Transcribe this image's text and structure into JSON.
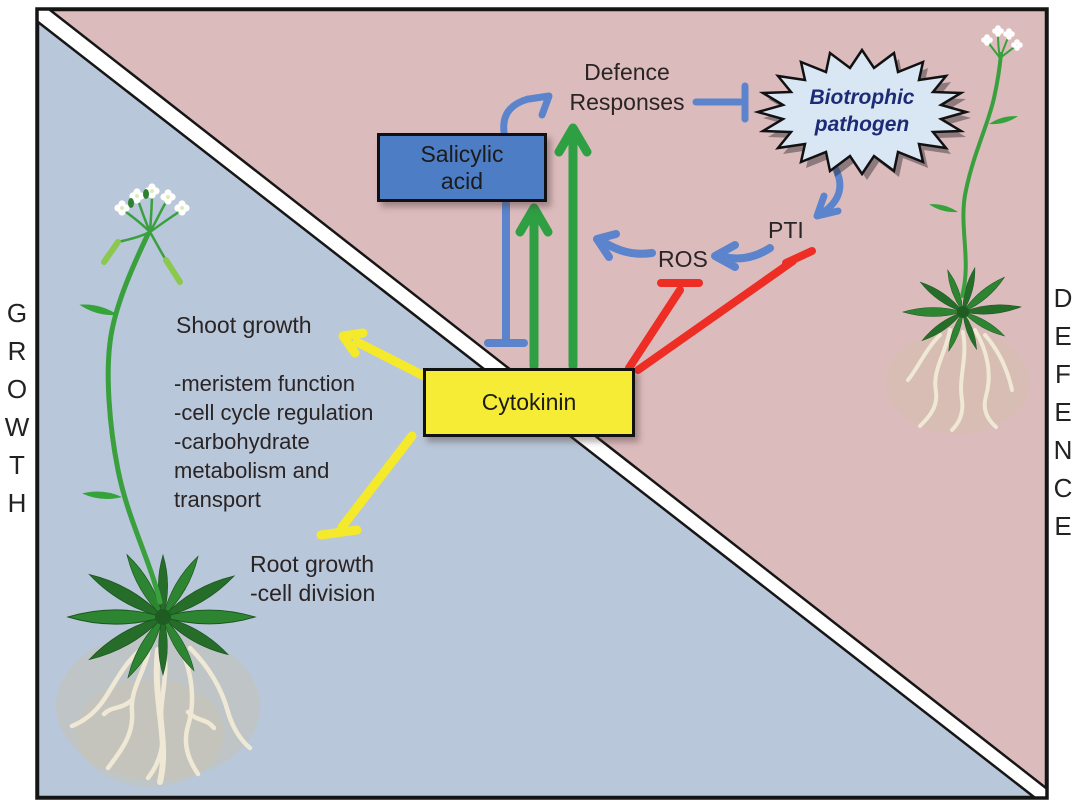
{
  "figure": {
    "left_axis": "GROWTH",
    "right_axis": "DEFENCE",
    "growth_region_color": "#b8c7d9",
    "defence_region_color": "#dcbbbd"
  },
  "nodes": {
    "cytokinin": {
      "label": "Cytokinin",
      "fill": "#f6ec35"
    },
    "salicylic_acid": {
      "line1": "Salicylic",
      "line2": "acid",
      "fill": "#4d7dc5"
    },
    "biotrophic_pathogen": {
      "line1": "Biotrophic",
      "line2": "pathogen",
      "fill": "#d9e7f5",
      "text_color": "#1d2b77"
    },
    "defence_responses": {
      "line1": "Defence",
      "line2": "Responses"
    },
    "ros": {
      "label": "ROS"
    },
    "pti": {
      "label": "PTI"
    },
    "shoot_growth": {
      "title": "Shoot growth",
      "details": [
        "-meristem function",
        "-cell cycle regulation",
        "-carbohydrate",
        "metabolism and",
        "transport"
      ]
    },
    "root_growth": {
      "title": "Root growth",
      "details": [
        "-cell division"
      ]
    }
  },
  "edges": [
    {
      "from": "Cytokinin",
      "to": "Salicylic acid",
      "type": "activation",
      "color": "#2f9f43"
    },
    {
      "from": "Cytokinin",
      "to": "Defence Responses",
      "type": "activation",
      "color": "#2f9f43"
    },
    {
      "from": "Salicylic acid",
      "to": "Cytokinin",
      "type": "inhibition",
      "color": "#5b84cd"
    },
    {
      "from": "Salicylic acid",
      "to": "Defence Responses",
      "type": "activation",
      "color": "#5b84cd"
    },
    {
      "from": "Defence Responses",
      "to": "Biotrophic pathogen",
      "type": "inhibition",
      "color": "#5b84cd"
    },
    {
      "from": "Biotrophic pathogen",
      "to": "PTI",
      "type": "activation",
      "color": "#5b84cd"
    },
    {
      "from": "PTI",
      "to": "ROS",
      "type": "activation",
      "color": "#5b84cd"
    },
    {
      "from": "ROS",
      "to": "Defence Responses",
      "type": "activation",
      "color": "#5b84cd"
    },
    {
      "from": "Cytokinin",
      "to": "ROS",
      "type": "inhibition",
      "color": "#ee2d24"
    },
    {
      "from": "Cytokinin",
      "to": "PTI",
      "type": "inhibition",
      "color": "#ee2d24"
    },
    {
      "from": "Cytokinin",
      "to": "Shoot growth",
      "type": "activation",
      "color": "#f5e92c"
    },
    {
      "from": "Cytokinin",
      "to": "Root growth",
      "type": "inhibition",
      "color": "#f5e92c"
    }
  ],
  "colors": {
    "activation_green": "#2f9f43",
    "signal_blue": "#5b84cd",
    "inhibition_red": "#ee2d24",
    "growth_yellow": "#f5e92c"
  }
}
